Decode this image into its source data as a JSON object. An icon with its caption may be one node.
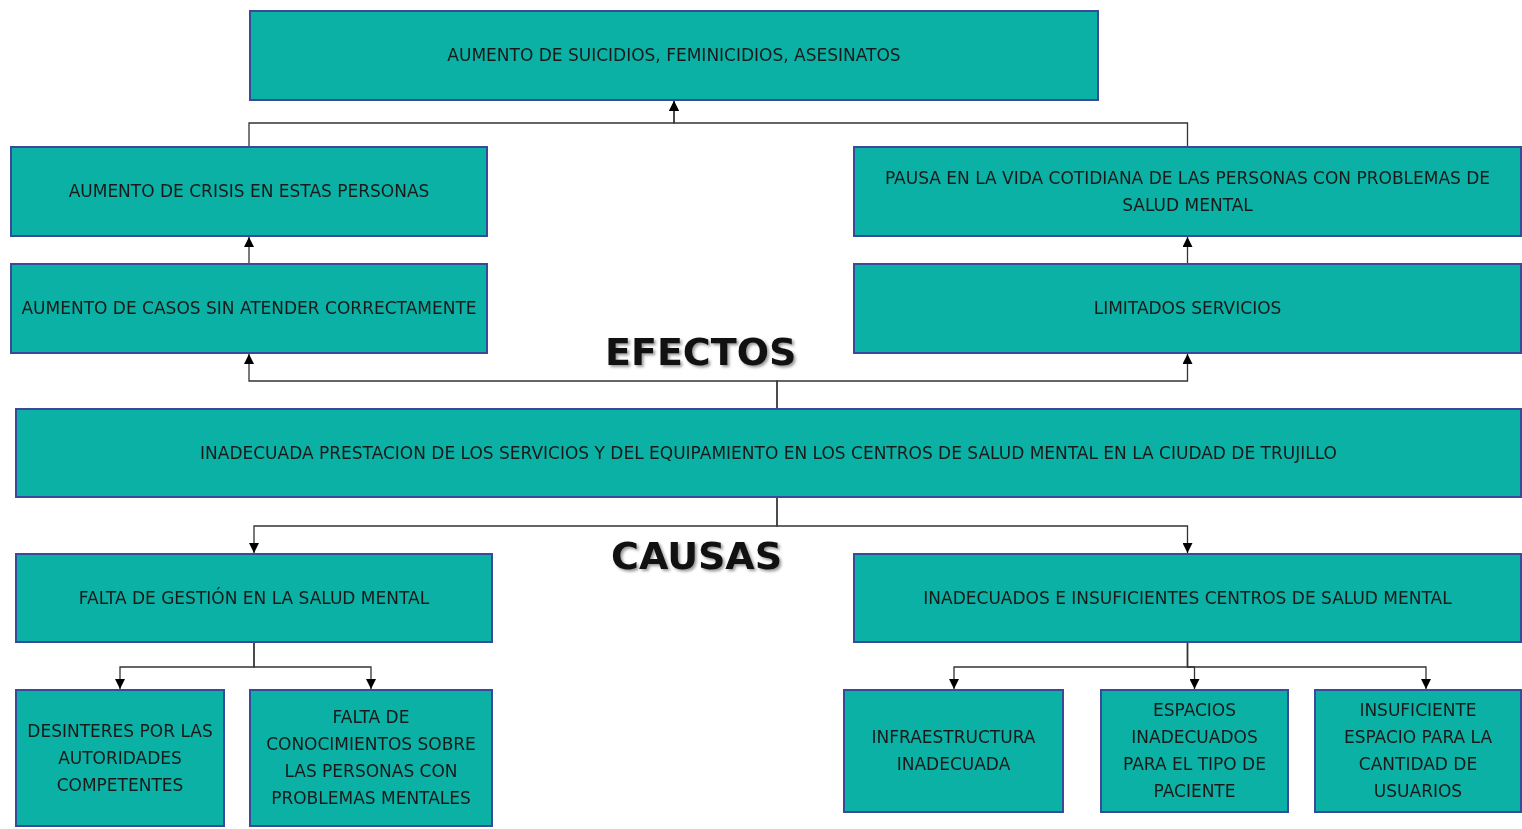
{
  "diagram": {
    "nodes": [
      {
        "text": [
          "AUMENTO DE SUICIDIOS, FEMINICIDIOS, ASESINATOS"
        ]
      },
      {
        "text": [
          "AUMENTO DE CRISIS EN ESTAS PERSONAS"
        ]
      },
      {
        "text": [
          "PAUSA EN LA VIDA COTIDIANA DE LAS PERSONAS CON PROBLEMAS DE SALUD MENTAL"
        ]
      },
      {
        "text": [
          "AUMENTO DE CASOS SIN ATENDER CORRECTAMENTE"
        ]
      },
      {
        "text": [
          "LIMITADOS SERVICIOS"
        ]
      },
      {
        "text": [
          "INADECUADA PRESTACION DE LOS SERVICIOS Y DEL EQUIPAMIENTO EN LOS CENTROS DE SALUD MENTAL EN LA CIUDAD DE TRUJILLO"
        ]
      },
      {
        "text": [
          "FALTA DE GESTIÓN EN LA SALUD MENTAL"
        ]
      },
      {
        "text": [
          "INADECUADOS E INSUFICIENTES CENTROS DE SALUD MENTAL"
        ]
      },
      {
        "text": [
          "DESINTERES POR LAS AUTORIDADES COMPETENTES"
        ]
      },
      {
        "text": [
          "FALTA DE CONOCIMIENTOS SOBRE LAS PERSONAS CON PROBLEMAS MENTALES"
        ]
      },
      {
        "text": [
          "INFRAESTRUCTURA INADECUADA"
        ]
      },
      {
        "text": [
          "ESPACIOS INADECUADOS PARA EL TIPO DE PACIENTE"
        ]
      },
      {
        "text": [
          "INSUFICIENTE ESPACIO PARA LA CANTIDAD DE USUARIOS"
        ]
      }
    ],
    "edges": [
      {
        "from": 1,
        "to": 0,
        "arrow": "to"
      },
      {
        "from": 2,
        "to": 0,
        "arrow": "to"
      },
      {
        "from": 3,
        "to": 1,
        "arrow": "to"
      },
      {
        "from": 4,
        "to": 2,
        "arrow": "to"
      },
      {
        "from": 5,
        "to": 3,
        "arrow": "to"
      },
      {
        "from": 5,
        "to": 4,
        "arrow": "to"
      },
      {
        "from": 5,
        "to": 6,
        "arrow": "to"
      },
      {
        "from": 5,
        "to": 7,
        "arrow": "to"
      },
      {
        "from": 6,
        "to": 8,
        "arrow": "to"
      },
      {
        "from": 6,
        "to": 9,
        "arrow": "to"
      },
      {
        "from": 7,
        "to": 10,
        "arrow": "to"
      },
      {
        "from": 7,
        "to": 11,
        "arrow": "to"
      },
      {
        "from": 7,
        "to": 12,
        "arrow": "to"
      }
    ],
    "labels": [
      "EFECTOS",
      "CAUSAS"
    ]
  }
}
